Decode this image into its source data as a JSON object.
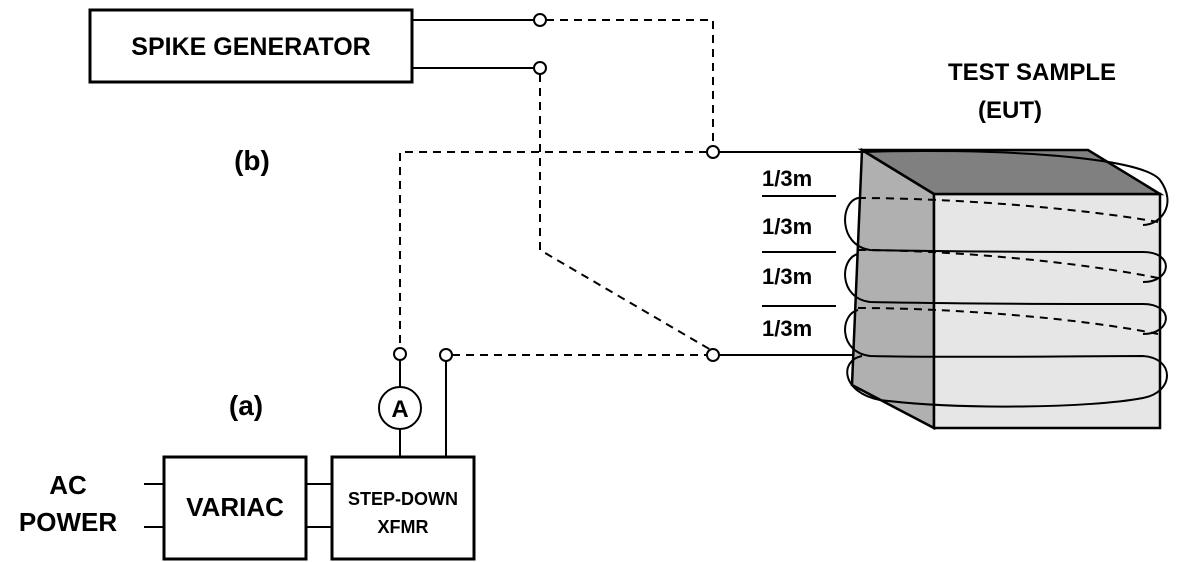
{
  "labels": {
    "spike_generator": "SPIKE GENERATOR",
    "test_sample_line1": "TEST SAMPLE",
    "test_sample_line2": "(EUT)",
    "config_b": "(b)",
    "config_a": "(a)",
    "ammeter": "A",
    "ac_line1": "AC",
    "ac_line2": "POWER",
    "variac": "VARIAC",
    "xfmr_line1": "STEP-DOWN",
    "xfmr_line2": "XFMR",
    "spacing_1": "1/3m",
    "spacing_2": "1/3m",
    "spacing_3": "1/3m",
    "spacing_4": "1/3m"
  },
  "colors": {
    "line": "#000000",
    "eut_top": "#808080",
    "eut_side": "#b0b0b0",
    "eut_front": "#e6e6e6"
  }
}
